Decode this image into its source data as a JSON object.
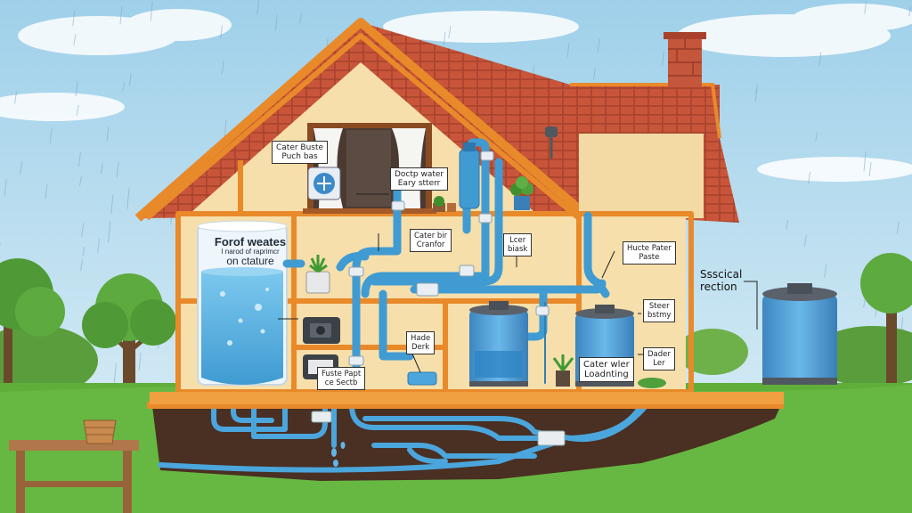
{
  "labels": {
    "tank_title_line1": "Forof weates",
    "tank_title_line2": "I narod of raprimcr",
    "tank_title_line3": "on ctature",
    "upper_left": "Cater Buste\nPuch bas",
    "upper_mid": "Doctp water\nEary stterr",
    "mid_center": "Cater bir\nCranfor",
    "mid_right": "Lcer\nbiask",
    "right_room": "Hucte Pater\nPaste",
    "lower_center": "Hade\nDerk",
    "lower_left": "Fuste Papt\nce Sectb",
    "tank_center": "Cater wler\nLoadnting",
    "right_upper": "Steer\nbstmy",
    "right_lower": "Dader\nLer",
    "side_section": "Ssscical\nrection"
  },
  "colors": {
    "sky": "#bfe0ef",
    "grass": "#5fae3a",
    "roof": "#c8553a",
    "wall": "#f6dfab",
    "frame": "#e98a2a",
    "pipe": "#3f9bd2",
    "tank": "#4e9fd8",
    "soil": "#4a2f23"
  },
  "icons": [
    "rain",
    "tree",
    "chimney",
    "window",
    "potted-plant",
    "water-tank",
    "pipe-valve",
    "wooden-table",
    "basket",
    "gauge"
  ]
}
